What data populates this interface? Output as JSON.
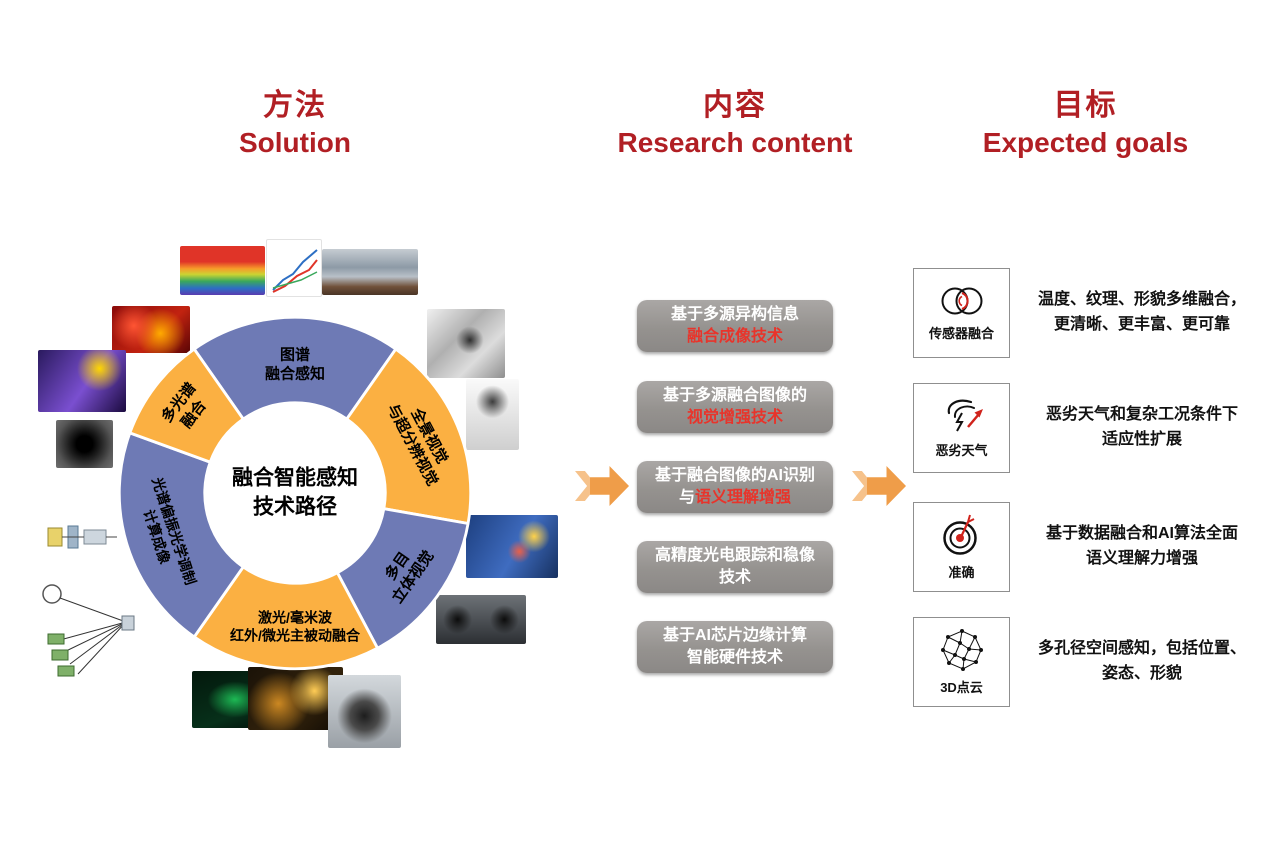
{
  "headers": [
    {
      "zh": "方法",
      "en": "Solution"
    },
    {
      "zh": "内容",
      "en": "Research content"
    },
    {
      "zh": "目标",
      "en": "Expected goals"
    }
  ],
  "palette": {
    "header_red": "#b11f24",
    "highlight_red": "#e8342b",
    "arrow_orange": "#ef9d49",
    "box_gray": "#95928f"
  },
  "wheel": {
    "colors": {
      "blue": "#6e7ab5",
      "yellow": "#fbb042"
    },
    "center": {
      "line1": "融合智能感知",
      "line2": "技术路径"
    },
    "segments": [
      {
        "line1": "图谱",
        "line2": "融合感知"
      },
      {
        "line1": "全景视觉",
        "line2": "与超分辨视觉"
      },
      {
        "line1": "多目",
        "line2": "立体视觉"
      },
      {
        "line1": "激光/毫米波",
        "line2": "红外/微光主被动融合"
      },
      {
        "line1": "光谱偏振光学调制",
        "line2": "计算成像"
      },
      {
        "line1": "多光谱",
        "line2": "融合"
      }
    ]
  },
  "research": [
    {
      "line1": "基于多源异构信息",
      "line2_white": "",
      "line2_red": "融合成像技术"
    },
    {
      "line1": "基于多源融合图像的",
      "line2_white": "",
      "line2_red": "视觉增强技术"
    },
    {
      "line1": "基于融合图像的AI识别",
      "line2_white": "与",
      "line2_red": "语义理解增强"
    },
    {
      "line1": "高精度光电跟踪和稳像",
      "line2_white": "技术",
      "line2_red": ""
    },
    {
      "line1": "基于AI芯片边缘计算",
      "line2_white": "智能硬件技术",
      "line2_red": ""
    }
  ],
  "goals": [
    {
      "icon": "venn-fusion-icon",
      "caption": "传感器融合",
      "desc1": "温度、纹理、形貌多维融合，",
      "desc2": "更清晰、更丰富、更可靠"
    },
    {
      "icon": "storm-icon",
      "caption": "恶劣天气",
      "desc1": "恶劣天气和复杂工况条件下",
      "desc2": "适应性扩展"
    },
    {
      "icon": "target-icon",
      "caption": "准确",
      "desc1": "基于数据融合和AI算法全面",
      "desc2": "语义理解力增强"
    },
    {
      "icon": "point-cloud-icon",
      "caption": "3D点云",
      "desc1": "多孔径空间感知，包括位置、",
      "desc2": "姿态、形貌"
    }
  ]
}
